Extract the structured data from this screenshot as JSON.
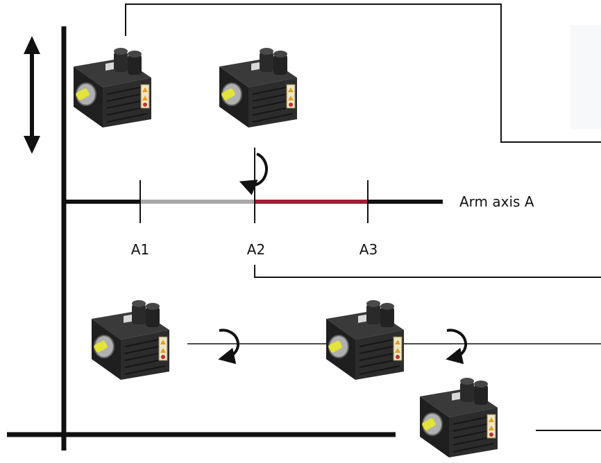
{
  "labels": {
    "axis": "Arm axis A",
    "positions": [
      "A1",
      "A2",
      "A3"
    ]
  },
  "colors": {
    "line": "#111111",
    "segment_inactive": "#a9a9a9",
    "segment_active": "#a51c38",
    "motor_body": "#2b2b2b",
    "motor_shaft": "#e3e33a"
  },
  "icons": {
    "vertical_motion": "double-arrow-icon",
    "rotation": "rotation-arrow-icon",
    "motor": "servo-motor-icon"
  }
}
